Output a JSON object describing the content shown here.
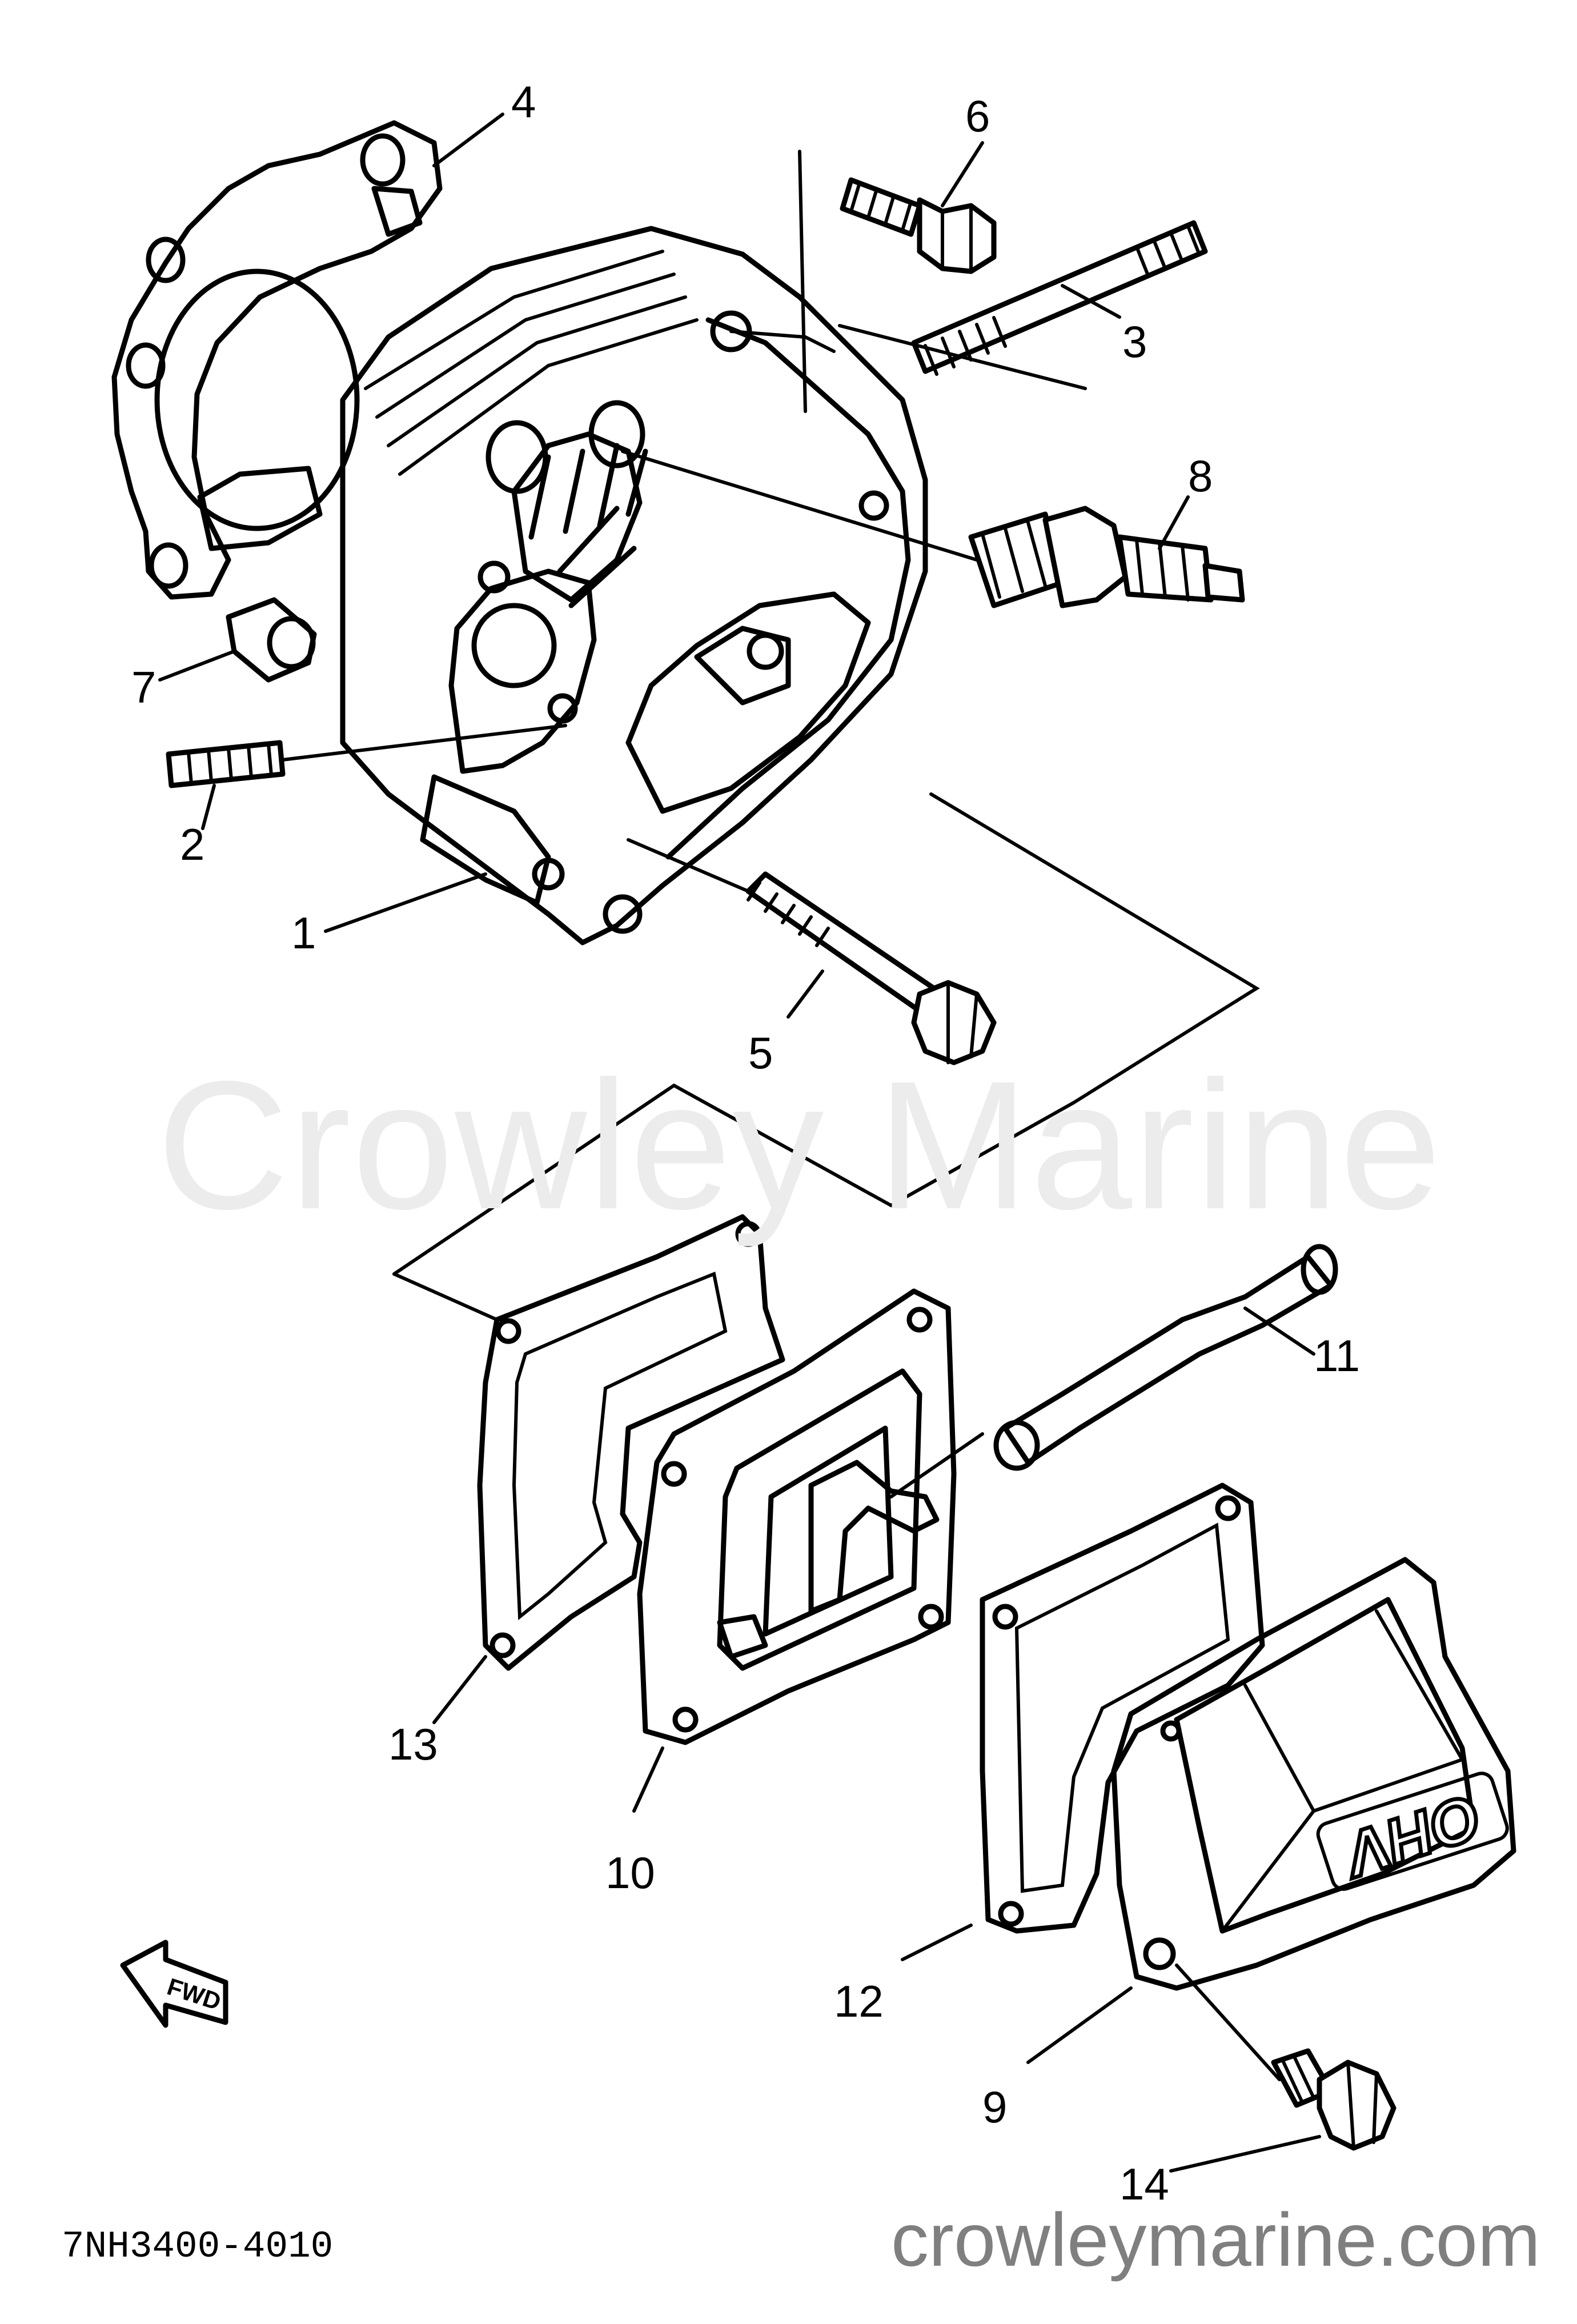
{
  "watermark_center": "Crowley Marine",
  "watermark_url": "crowleymarine.com",
  "part_code": "7NH3400-4010",
  "fwd_label": "FWD",
  "cover_emboss": "OHV",
  "callouts": [
    "1",
    "2",
    "3",
    "4",
    "5",
    "6",
    "7",
    "8",
    "9",
    "10",
    "11",
    "12",
    "13",
    "14"
  ]
}
